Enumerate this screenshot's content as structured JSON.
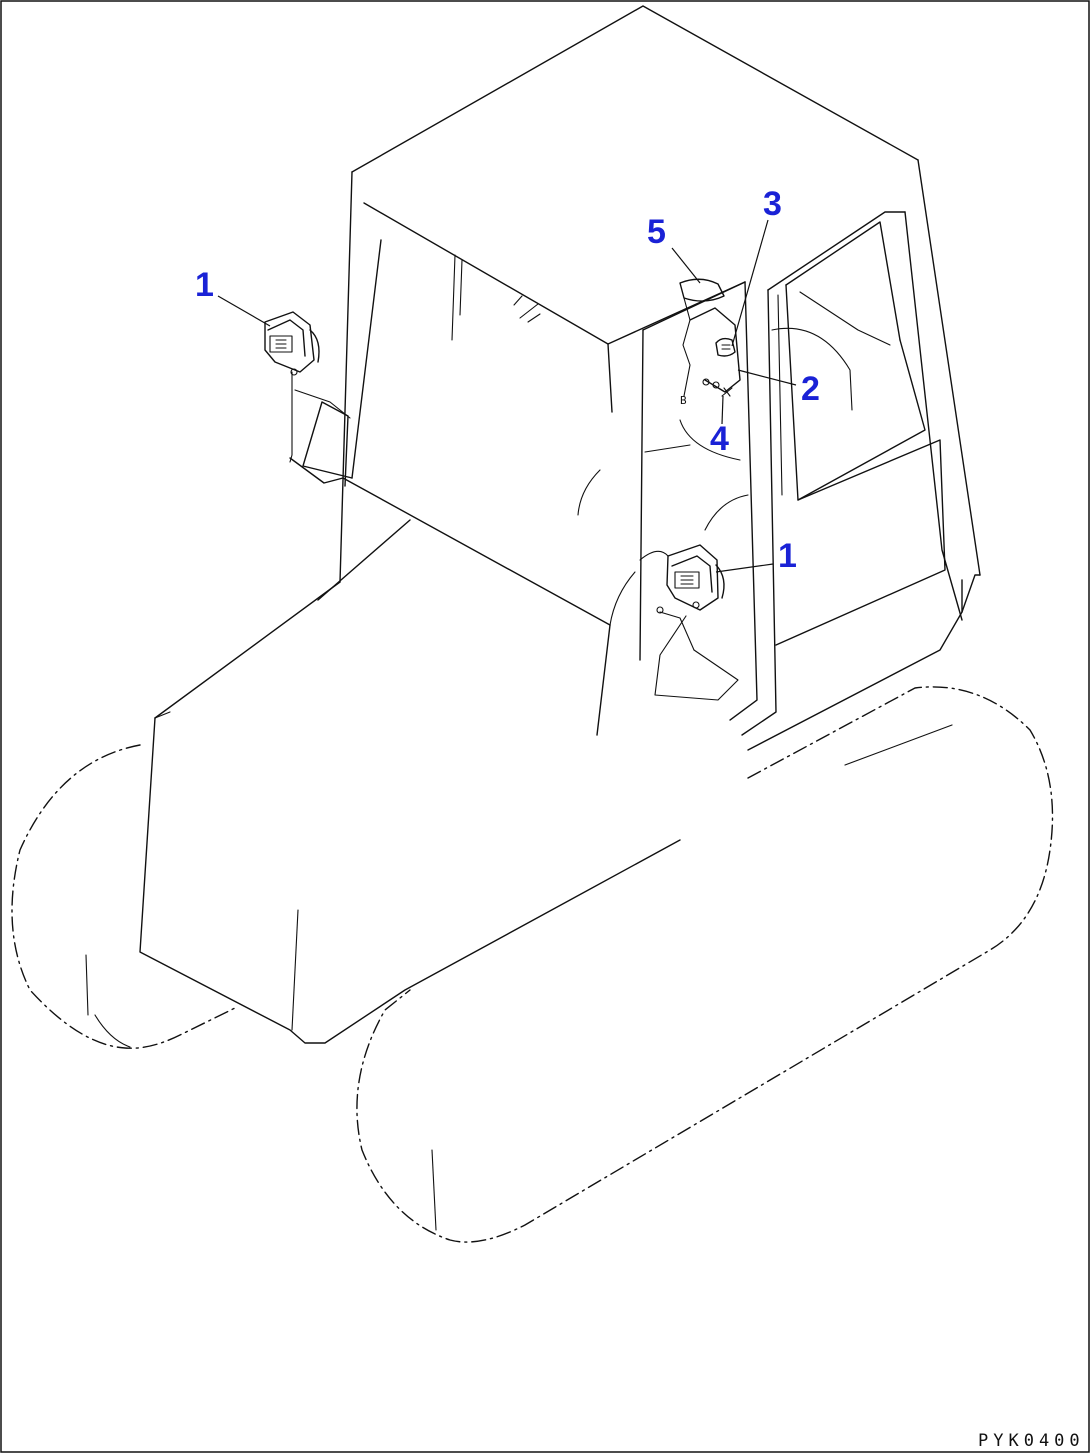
{
  "callouts": {
    "c1_left": "1",
    "c1_right": "1",
    "c2": "2",
    "c3": "3",
    "c4": "4",
    "c5": "5"
  },
  "drawing_code": "PYK0400",
  "colors": {
    "callout": "#1a22d6",
    "line": "#111111",
    "background": "#ffffff"
  }
}
